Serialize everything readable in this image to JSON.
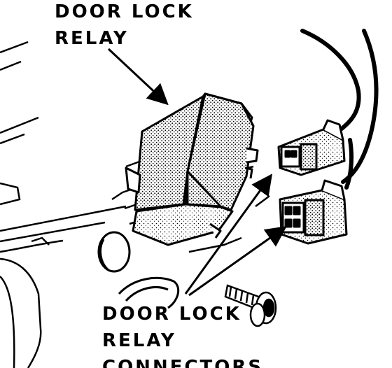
{
  "labels": {
    "relay": {
      "line1": "DOOR LOCK",
      "line2": "RELAY"
    },
    "connectors": {
      "line1": "DOOR LOCK",
      "line2": "RELAY",
      "line3": "CONNECTORS"
    }
  },
  "colors": {
    "ink": "#000000",
    "paper": "#ffffff",
    "stipple": "#6b6b6b"
  }
}
